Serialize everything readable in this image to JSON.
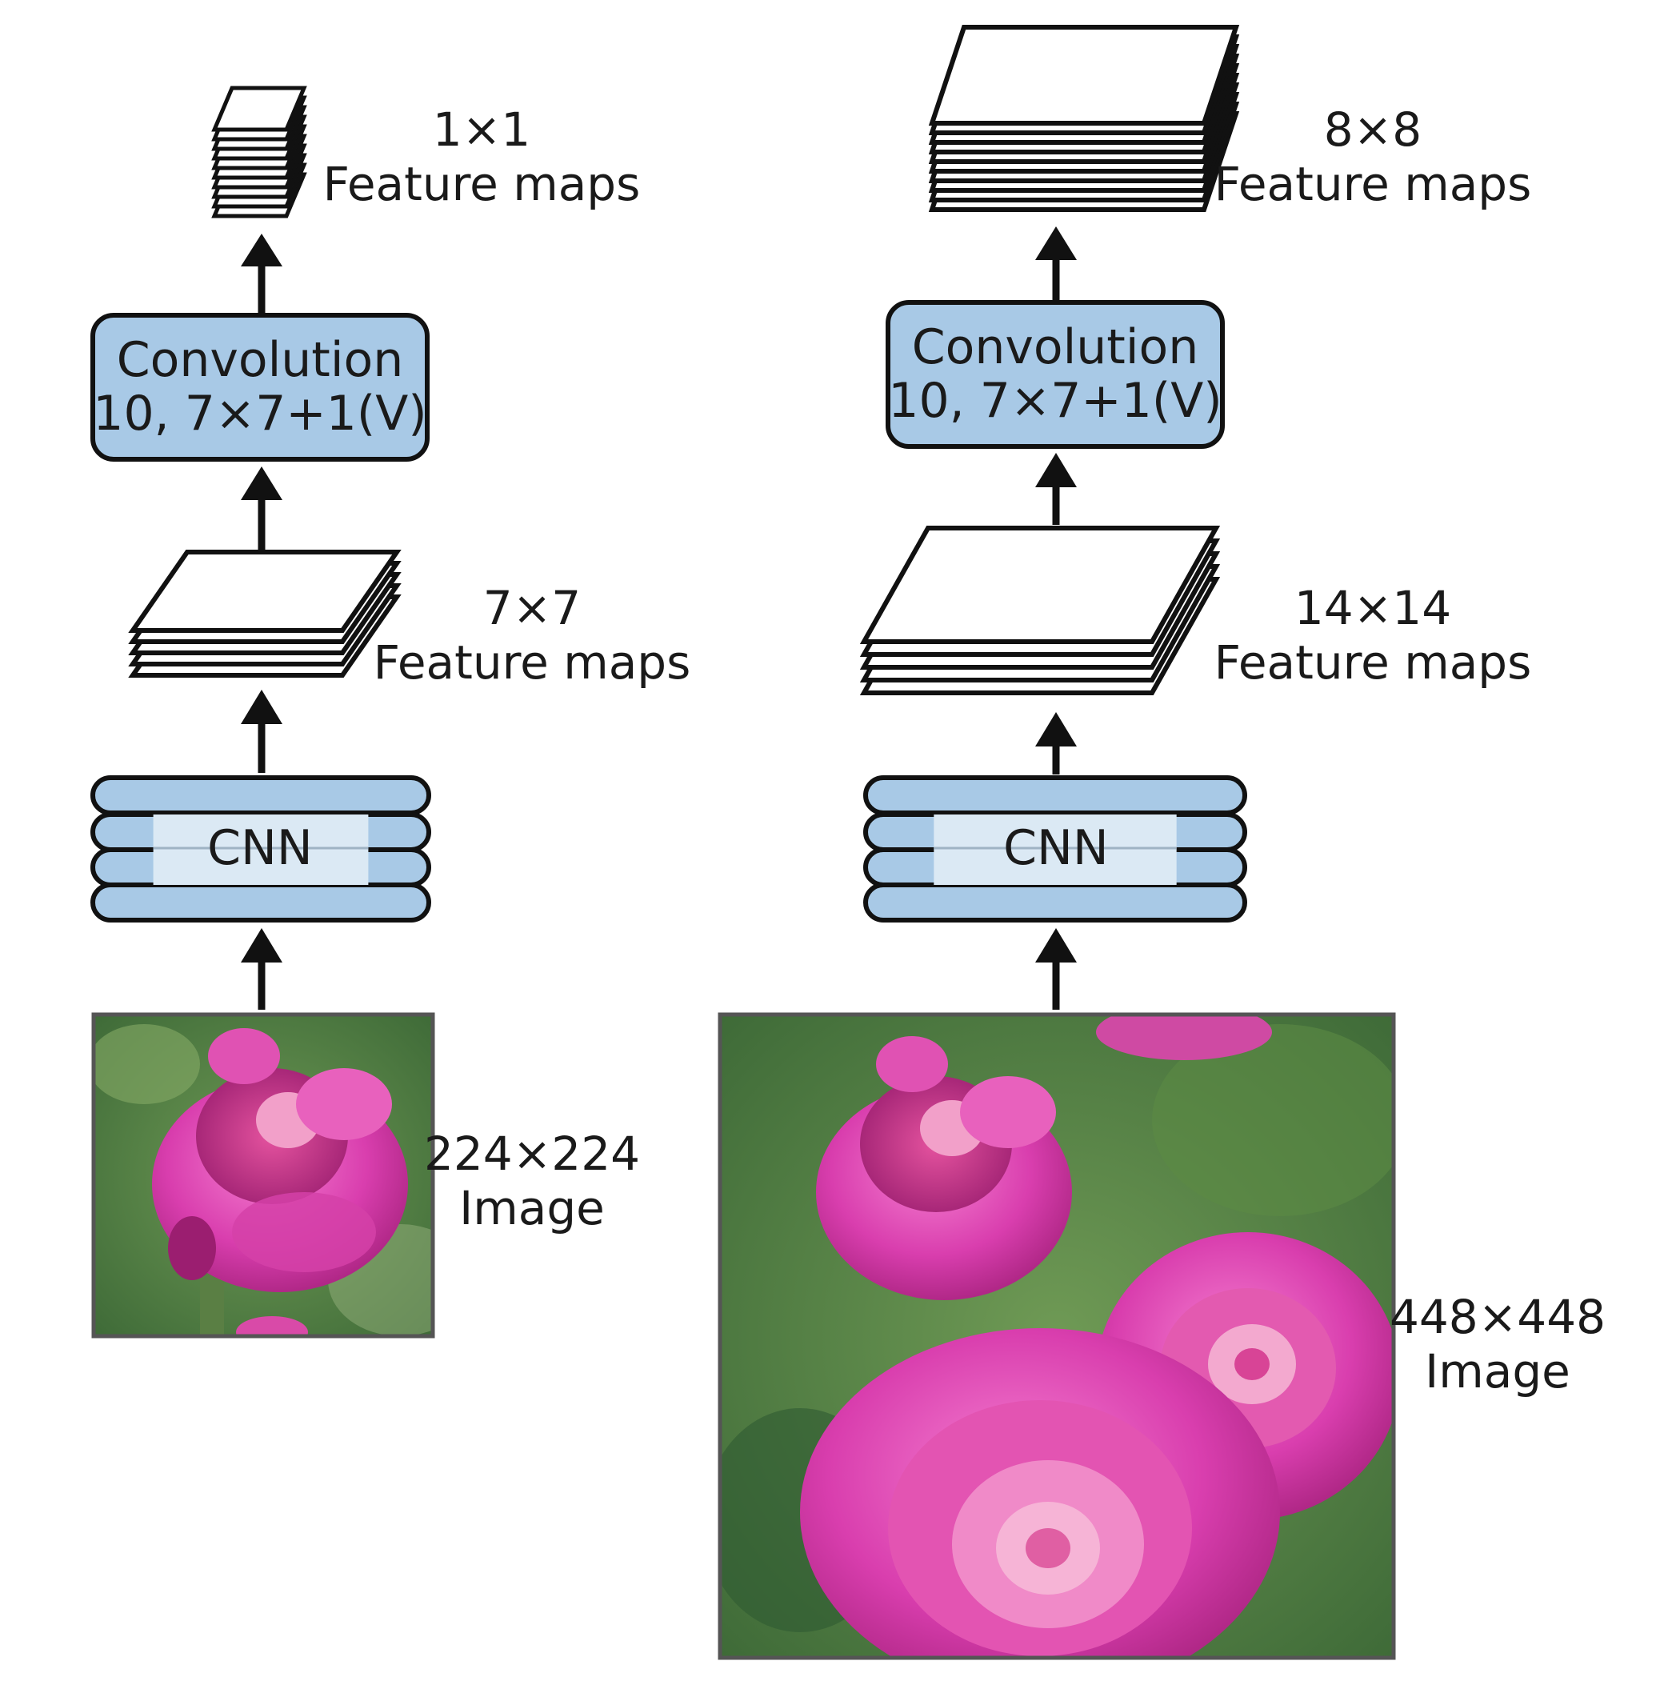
{
  "left": {
    "top_maps": {
      "size": "1×1",
      "caption": "Feature maps"
    },
    "conv": {
      "line1": "Convolution",
      "line2": "10, 7×7+1(V)"
    },
    "mid_maps": {
      "size": "7×7",
      "caption": "Feature maps"
    },
    "cnn": {
      "label": "CNN"
    },
    "image": {
      "size": "224×224",
      "caption": "Image"
    }
  },
  "right": {
    "top_maps": {
      "size": "8×8",
      "caption": "Feature maps"
    },
    "conv": {
      "line1": "Convolution",
      "line2": "10, 7×7+1(V)"
    },
    "mid_maps": {
      "size": "14×14",
      "caption": "Feature maps"
    },
    "cnn": {
      "label": "CNN"
    },
    "image": {
      "size": "448×448",
      "caption": "Image"
    }
  },
  "colors": {
    "block_fill": "#a8c9e6",
    "cnn_center": "#dbe9f4",
    "stroke": "#111111",
    "background": "#ffffff"
  },
  "icons": [
    "up-arrow-icon",
    "feature-map-stack-icon",
    "rose-photo"
  ]
}
